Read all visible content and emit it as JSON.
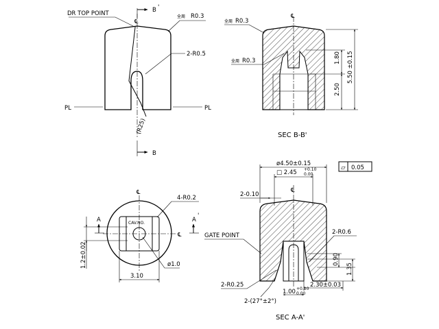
{
  "views": {
    "top_left": {
      "dr_top_point": "DR TOP POINT",
      "section_mark_top": "B",
      "section_mark_top_prime": "'",
      "section_mark_bottom": "B",
      "centerline": "℄",
      "corner_radius": "R0.3",
      "corner_radius_prefix": "全周",
      "slot_radius": "2-R0.5",
      "r25": "(R25)",
      "pl_left": "PL",
      "pl_right": "PL"
    },
    "sec_bb": {
      "title": "SEC B-B'",
      "outer_radius_prefix": "全周",
      "outer_radius": "R0.3",
      "inner_radius_prefix": "全周",
      "inner_radius": "R0.3",
      "centerline": "℄",
      "dim_180": "1.80",
      "dim_250": "2.50",
      "dim_550": "5.50 ±0.15"
    },
    "bottom_left": {
      "centerline_top": "℄",
      "centerline_right": "℄",
      "section_a": "A",
      "section_a_prime": "A",
      "section_a_prime_mark": "'",
      "corner_label": "4-R0.2",
      "cav_no": "CAV.NO.",
      "hole_dia": "ø1.0",
      "dim_width": "3.10",
      "dim_height": "1.2±0.02"
    },
    "sec_aa": {
      "title": "SEC A-A'",
      "dia": "ø4.50±0.15",
      "square": "□ 2.45",
      "square_tol_upper": "+0.10",
      "square_tol_lower": "0.00",
      "flatness_symbol": "⏥",
      "flatness_value": "0.05",
      "dim_010": "2-0.10",
      "centerline": "℄",
      "gate_point": "GATE POINT",
      "r06": "2-R0.6",
      "dim_090": "0.90",
      "dim_135": "1.35",
      "r025": "2-R0.25",
      "dim_230": "2.30±0.03",
      "dim_100": "1.00",
      "dim_100_tol_upper": "+0.10",
      "dim_100_tol_lower": "0.00",
      "angle": "2-(27°±2°)"
    }
  }
}
